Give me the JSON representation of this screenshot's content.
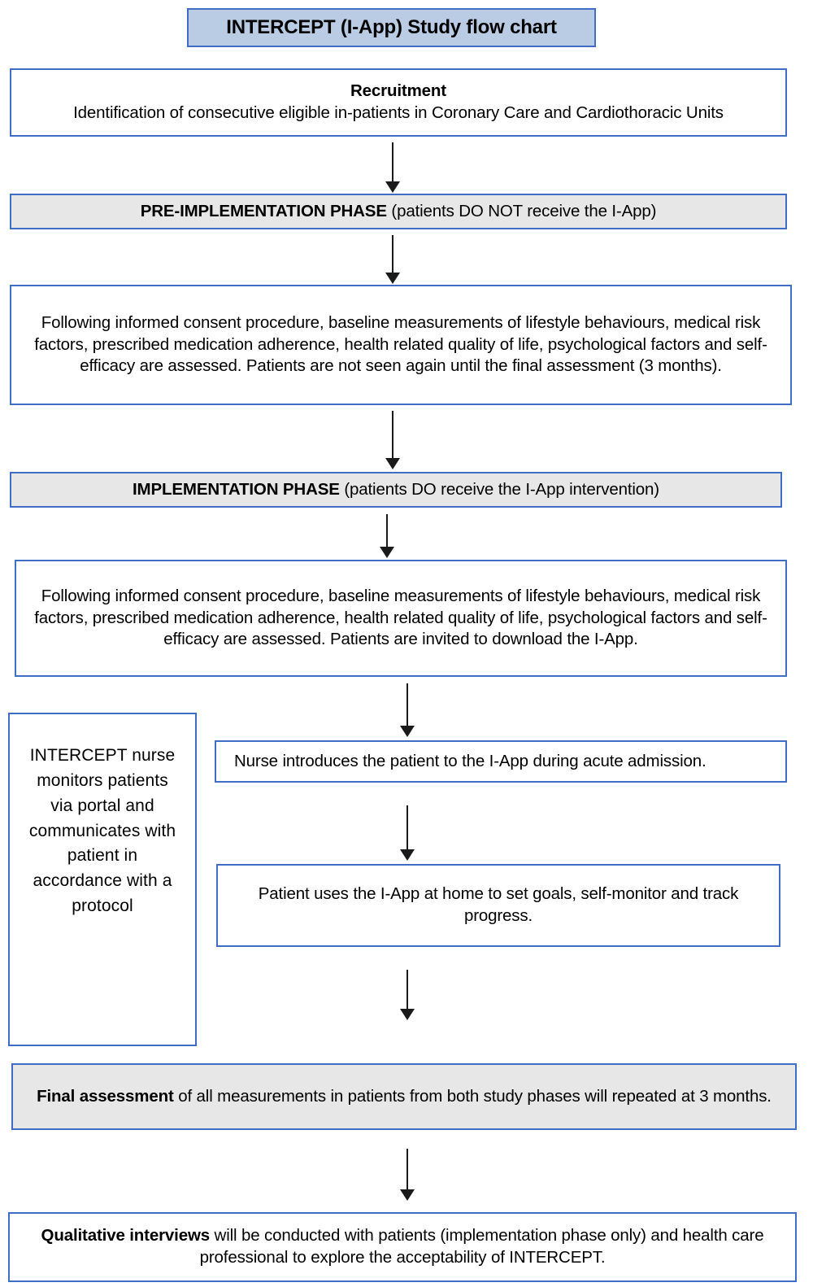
{
  "diagram": {
    "title": "INTERCEPT (I-App) Study flow chart",
    "colors": {
      "border_blue": "#3f6fc4",
      "title_fill": "#b9cce4",
      "phase_fill": "#e7e7e7",
      "node_fill": "#ffffff",
      "arrow": "#1a1a1a"
    },
    "nodes": {
      "recruitment": {
        "heading": "Recruitment",
        "body": "Identification of consecutive eligible in-patients in Coronary Care and Cardiothoracic Units"
      },
      "pre_implementation_phase": {
        "bold_lead": "PRE-IMPLEMENTATION PHASE",
        "rest": " (patients DO NOT receive the I-App)"
      },
      "pre_baseline": {
        "body": "Following informed consent procedure, baseline measurements of lifestyle behaviours, medical risk factors, prescribed medication adherence, health related quality of life, psychological factors and self-efficacy are assessed. Patients are not seen again until the final assessment (3 months)."
      },
      "implementation_phase": {
        "bold_lead": "IMPLEMENTATION PHASE",
        "rest": " (patients DO receive the I-App intervention)"
      },
      "impl_baseline": {
        "body": "Following informed consent procedure, baseline measurements of lifestyle behaviours, medical risk factors, prescribed medication adherence, health related quality of life, psychological factors and self-efficacy are assessed. Patients are invited to download the I-App."
      },
      "nurse_note": {
        "body": "INTERCEPT nurse monitors patients via portal and communicates with patient in accordance with a protocol"
      },
      "nurse_introduces": {
        "body": "Nurse introduces the patient to the I-App during acute admission."
      },
      "patient_uses_app": {
        "body": "Patient uses the I-App at home to set goals, self-monitor and track progress."
      },
      "final_assessment": {
        "bold_lead": "Final assessment",
        "rest": " of all measurements in patients from both study phases will repeated at 3 months."
      },
      "qualitative_interviews": {
        "bold_lead": "Qualitative interviews",
        "rest": " will be conducted with patients (implementation phase only) and health care professional to explore the acceptability of INTERCEPT."
      }
    },
    "arrows": [
      {
        "name": "arrow-recruitment-to-pre-phase"
      },
      {
        "name": "arrow-pre-phase-to-pre-baseline"
      },
      {
        "name": "arrow-pre-baseline-to-impl-phase"
      },
      {
        "name": "arrow-impl-phase-to-impl-baseline"
      },
      {
        "name": "arrow-impl-baseline-to-nurse-introduces"
      },
      {
        "name": "arrow-nurse-introduces-to-patient-uses"
      },
      {
        "name": "arrow-patient-uses-to-final-assessment"
      },
      {
        "name": "arrow-final-assessment-to-qualitative"
      }
    ]
  }
}
